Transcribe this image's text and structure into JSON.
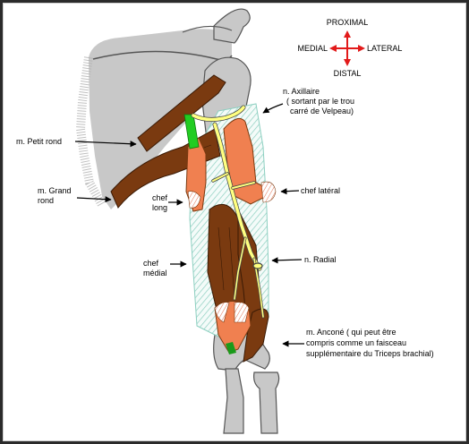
{
  "orientation": {
    "proximal": "PROXIMAL",
    "medial": "MEDIAL",
    "lateral": "LATERAL",
    "distal": "DISTAL"
  },
  "labels": {
    "axillary_line1": "n. Axillaire",
    "axillary_line2": "( sortant par le trou",
    "axillary_line3": "carré de Velpeau)",
    "petit_rond": "m. Petit rond",
    "grand_rond_line1": "m. Grand",
    "grand_rond_line2": "rond",
    "chef_lateral": "chef latéral",
    "chef_long_line1": "chef",
    "chef_long_line2": "long",
    "radial": "n. Radial",
    "chef_medial_line1": "chef",
    "chef_medial_line2": "médial",
    "ancone_line1": "m. Anconé ( qui peut être",
    "ancone_line2": "compris comme un faisceau",
    "ancone_line3": "supplémentaire du Triceps brachial)"
  },
  "colors": {
    "bone": "#c8c8c8",
    "bone_stroke": "#555555",
    "muscle": "#7a3a10",
    "muscle_light": "#f08050",
    "nerve": "#ffff80",
    "hatch": "#8ccfc0",
    "arrow": "#000000",
    "compass": "#e21a1a",
    "green": "#22cc22"
  }
}
